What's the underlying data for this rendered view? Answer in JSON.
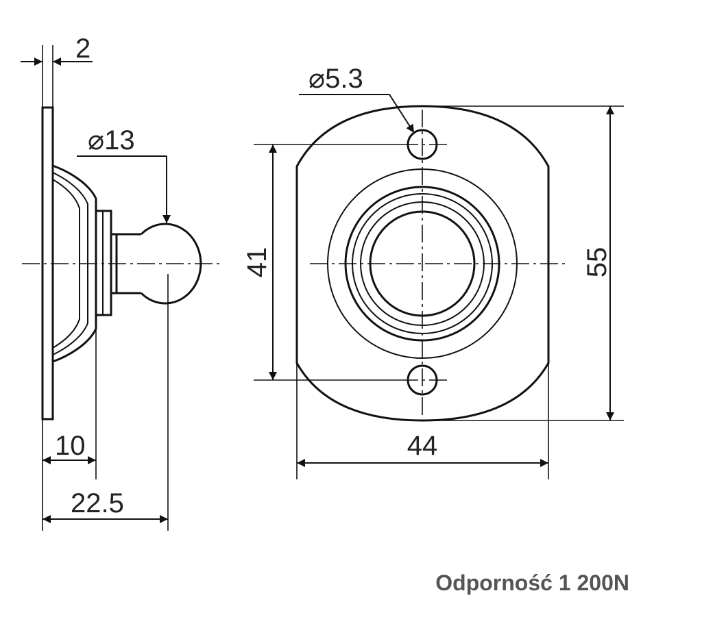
{
  "side_view": {
    "dims": {
      "thickness": "2",
      "ball_diameter": "⌀13",
      "base_height": "10",
      "total_height": "22.5"
    }
  },
  "front_view": {
    "dims": {
      "hole_diameter": "⌀5.3",
      "hole_spacing": "41",
      "plate_height": "55",
      "plate_width": "44"
    }
  },
  "caption": "Odporność 1 200N"
}
